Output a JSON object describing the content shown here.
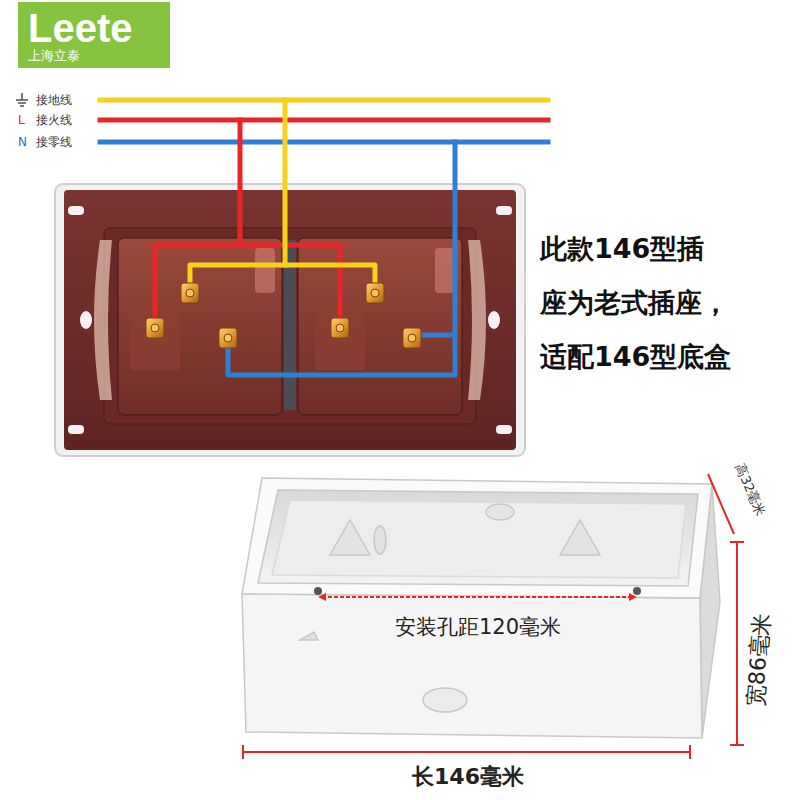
{
  "diagram": {
    "nodes": [
      {
        "text": [
          "Leete",
          "上海立泰"
        ]
      }
    ],
    "labels": [
      "接地线",
      "L",
      "接火线",
      "N",
      "接零线",
      "此款146型插 座为老式插座， 适配146型底盒",
      "安装孔距120毫米",
      "高32毫米",
      "宽86毫米",
      "长146毫米"
    ]
  }
}
